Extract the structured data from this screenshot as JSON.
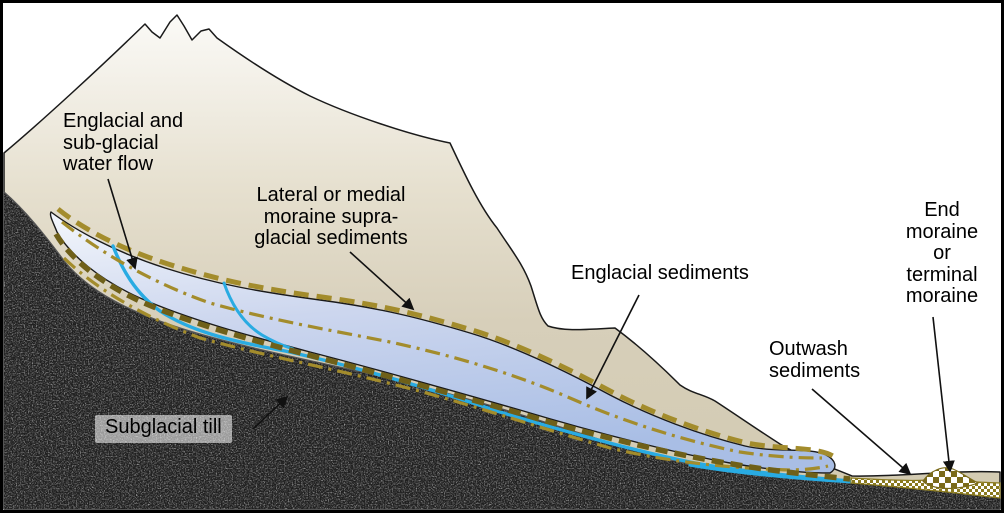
{
  "diagram": {
    "subject": "Glacier cross-section with sediment and water-flow features",
    "labels": {
      "water_flow": "Englacial and\nsub-glacial\nwater flow",
      "lateral_moraine": "Lateral or medial\nmoraine supra-\nglacial sediments",
      "englacial_sediments": "Englacial sediments",
      "outwash": "Outwash\nsediments",
      "end_moraine": "End\nmoraine\nor\nterminal\nmoraine",
      "subglacial_till": "Subglacial till"
    },
    "colors": {
      "water_blue": "#29abe2",
      "moraine_olive": "#a38c2c",
      "subglacial_olive": "#6f6019",
      "outwash_olive": "#8a7a1e",
      "terrain_tan": "#d3cbb2",
      "ice_light": "#f2f5fb",
      "ice_dark": "#a9bee5",
      "bedrock_gray": "#d2d2d2",
      "outline_black": "#1a1a1a",
      "arrow_black": "#111111"
    }
  }
}
